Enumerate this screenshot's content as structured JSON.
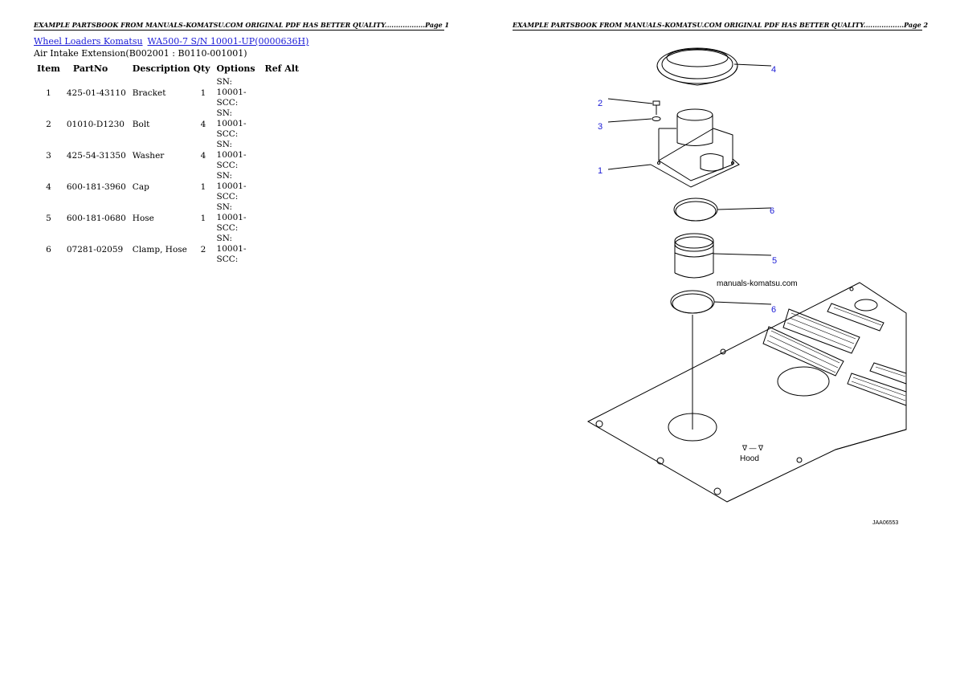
{
  "header": {
    "page1": "EXAMPLE PARTSBOOK FROM MANUALS-KOMATSU.COM ORIGINAL PDF HAS BETTER QUALITY..................Page 1",
    "page2": "EXAMPLE PARTSBOOK FROM MANUALS-KOMATSU.COM ORIGINAL PDF HAS BETTER QUALITY..................Page 2"
  },
  "breadcrumb": {
    "link1": "Wheel Loaders Komatsu",
    "link2": "WA500-7 S/N 10001-UP(0000636H)"
  },
  "subtitle": "Air Intake Extension(B002001 : B0110-001001)",
  "table": {
    "headers": [
      "Item",
      "PartNo",
      "Description",
      "Qty",
      "Options",
      "Ref Alt"
    ],
    "rows": [
      {
        "item": "1",
        "partno": "425-01-43110",
        "desc": "Bracket",
        "qty": "1",
        "options": "SN: 10001-SCC:"
      },
      {
        "item": "2",
        "partno": "01010-D1230",
        "desc": "Bolt",
        "qty": "4",
        "options": "SN: 10001-SCC:"
      },
      {
        "item": "3",
        "partno": "425-54-31350",
        "desc": "Washer",
        "qty": "4",
        "options": "SN: 10001-SCC:"
      },
      {
        "item": "4",
        "partno": "600-181-3960",
        "desc": "Cap",
        "qty": "1",
        "options": "SN: 10001-SCC:"
      },
      {
        "item": "5",
        "partno": "600-181-0680",
        "desc": "Hose",
        "qty": "1",
        "options": "SN: 10001-SCC:"
      },
      {
        "item": "6",
        "partno": "07281-02059",
        "desc": "Clamp, Hose",
        "qty": "2",
        "options": "SN: 10001-SCC:"
      }
    ]
  },
  "diagram": {
    "callouts": [
      "4",
      "2",
      "3",
      "1",
      "6",
      "5",
      "6"
    ],
    "watermark": "manuals-komatsu.com",
    "hood_label_top": "∇ — ∇",
    "hood_label": "Hood",
    "figure_id": "JAA06553",
    "callout_color": "#1a1ad6"
  }
}
